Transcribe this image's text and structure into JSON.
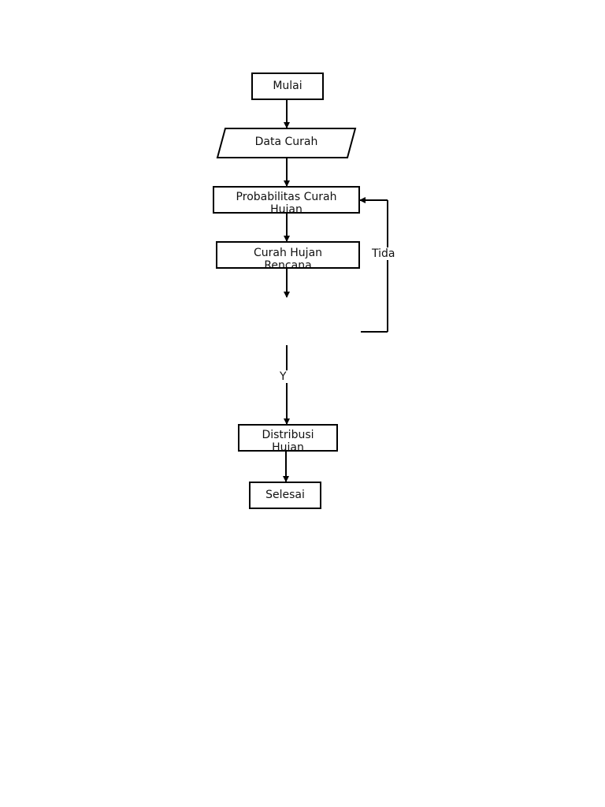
{
  "nodes": {
    "start": {
      "label": "Mulai"
    },
    "input": {
      "label": "Data Curah"
    },
    "probability": {
      "label": "Probabilitas Curah",
      "label_overflow": "Hujan"
    },
    "rainfall": {
      "label": "Curah Hujan",
      "label_overflow": "Rencana"
    },
    "distribution": {
      "label": "Distribusi",
      "label_overflow": "Hujan"
    },
    "end": {
      "label": "Selesai"
    }
  },
  "edges": {
    "no_label": "Tida",
    "yes_label": "Y"
  }
}
